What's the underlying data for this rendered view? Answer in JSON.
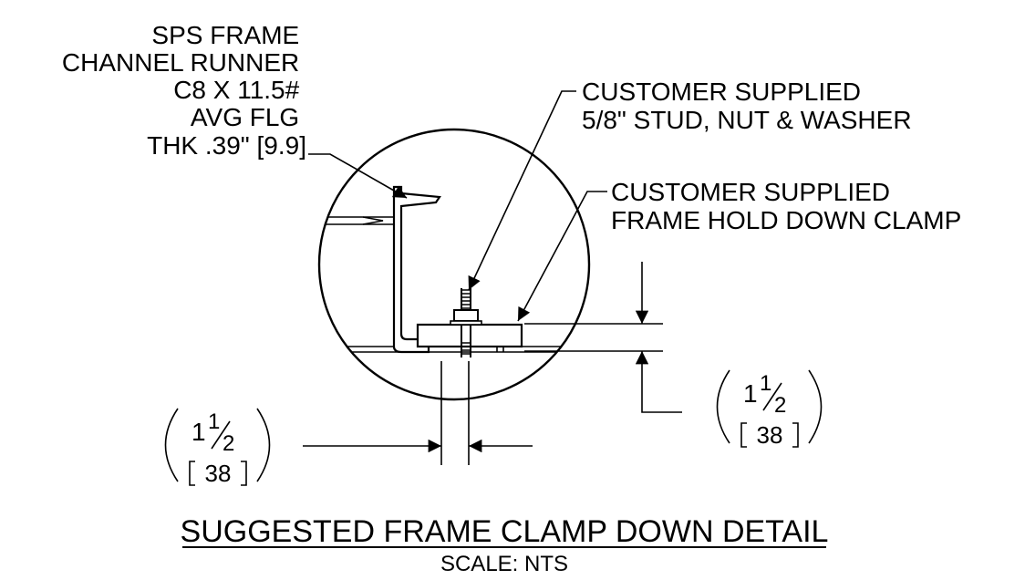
{
  "callouts": {
    "frame": [
      "SPS FRAME",
      "CHANNEL RUNNER",
      "C8 X 11.5#",
      "AVG FLG",
      "THK .39\" [9.9]"
    ],
    "stud": [
      "CUSTOMER SUPPLIED",
      "5/8\" STUD, NUT & WASHER"
    ],
    "clamp": [
      "CUSTOMER SUPPLIED",
      "FRAME HOLD DOWN CLAMP"
    ]
  },
  "dimensions": {
    "horizontal": {
      "whole": "1",
      "numerator": "1",
      "denominator": "2",
      "metric": "38"
    },
    "vertical": {
      "whole": "1",
      "numerator": "1",
      "denominator": "2",
      "metric": "38"
    }
  },
  "title": "SUGGESTED FRAME CLAMP DOWN DETAIL",
  "scale": "SCALE: NTS"
}
